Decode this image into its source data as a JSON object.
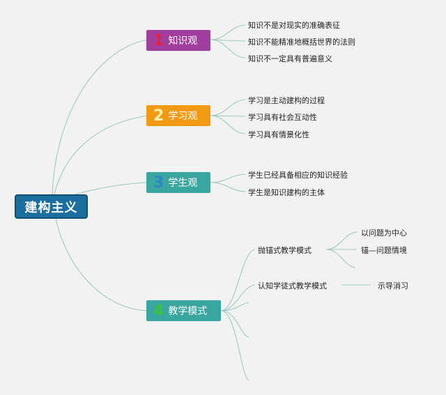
{
  "root": {
    "label": "建构主义"
  },
  "branches": [
    {
      "number": "1",
      "label": "知识观",
      "fill": "#a13d9c",
      "number_color": "#e8203d",
      "children": [
        "知识不是对现实的准确表征",
        "知识不能精准地概括世界的法则",
        "知识不一定具有普遍意义"
      ]
    },
    {
      "number": "2",
      "label": "学习观",
      "fill": "#f39a14",
      "number_color": "#fff2a8",
      "children": [
        "学习是主动建构的过程",
        "学习具有社会互动性",
        "学习具有情景化性"
      ]
    },
    {
      "number": "3",
      "label": "学生观",
      "fill": "#3aa6a0",
      "number_color": "#2f86c8",
      "children": [
        "学生已经具备相应的知识经验",
        "学生是知识建构的主体"
      ]
    },
    {
      "number": "4",
      "label": "教学模式",
      "fill": "#3aa6a0",
      "number_color": "#3ac43a",
      "children": [
        {
          "label": "抛锚式教学模式",
          "children": [
            "以问题为中心",
            "锚—问题情境"
          ]
        },
        {
          "label": "认知学徒式教学模式",
          "children": [
            "示导消习"
          ]
        }
      ]
    }
  ],
  "colors": {
    "connector": "#9cc9c0",
    "root_fill": "#1a6f9f"
  }
}
